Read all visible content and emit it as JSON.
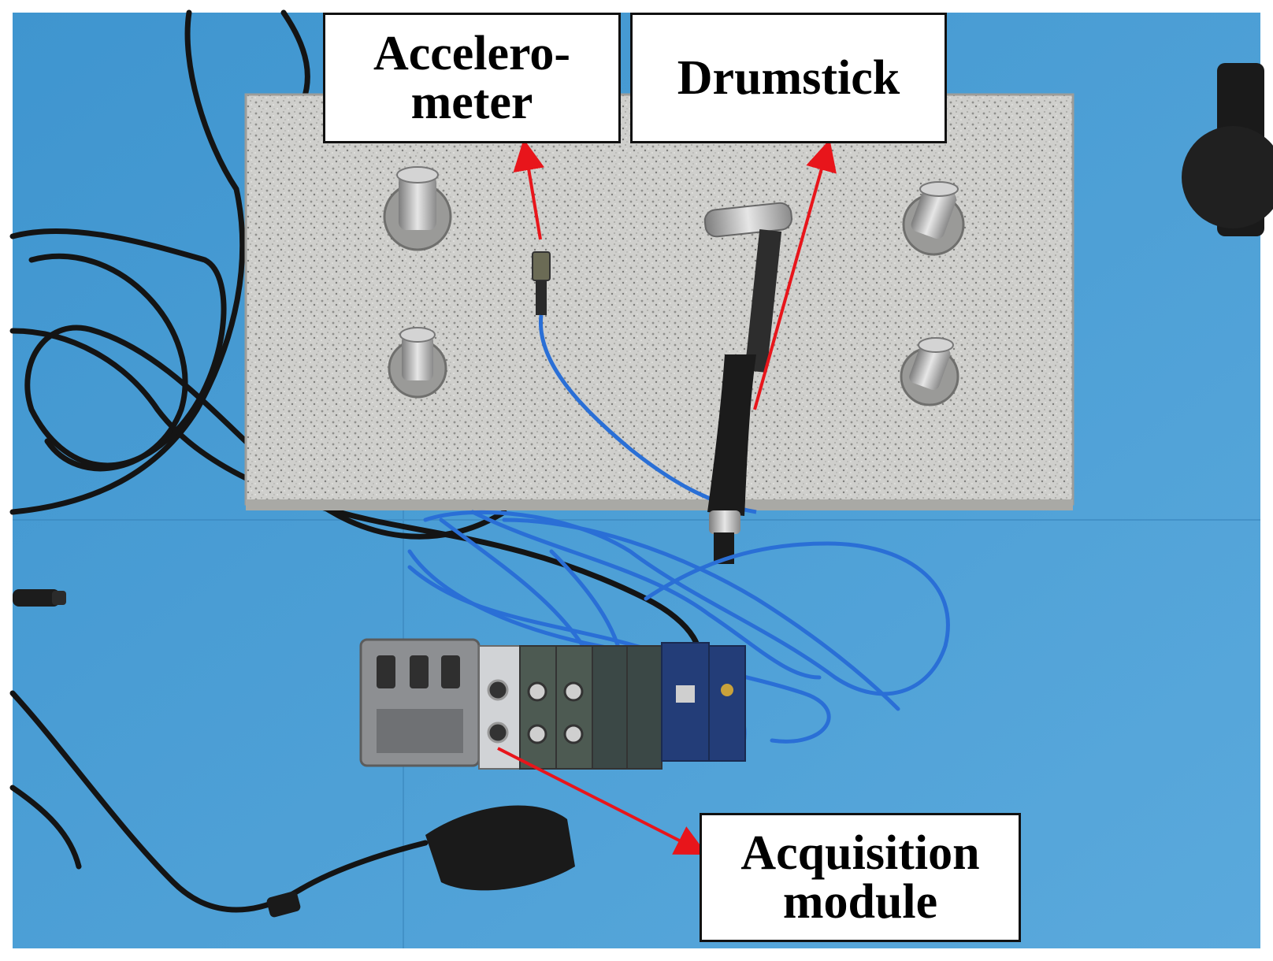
{
  "labels": {
    "accelerometer": "Accelero-\nmeter",
    "drumstick": "Drumstick",
    "acquisition_module": "Acquisition\nmodule"
  },
  "colors": {
    "floor": "#4f9fd3",
    "granite": "#c9c9c6",
    "arrow": "#e8151b",
    "cable_blue": "#2a6fd6",
    "cable_black": "#111111"
  }
}
